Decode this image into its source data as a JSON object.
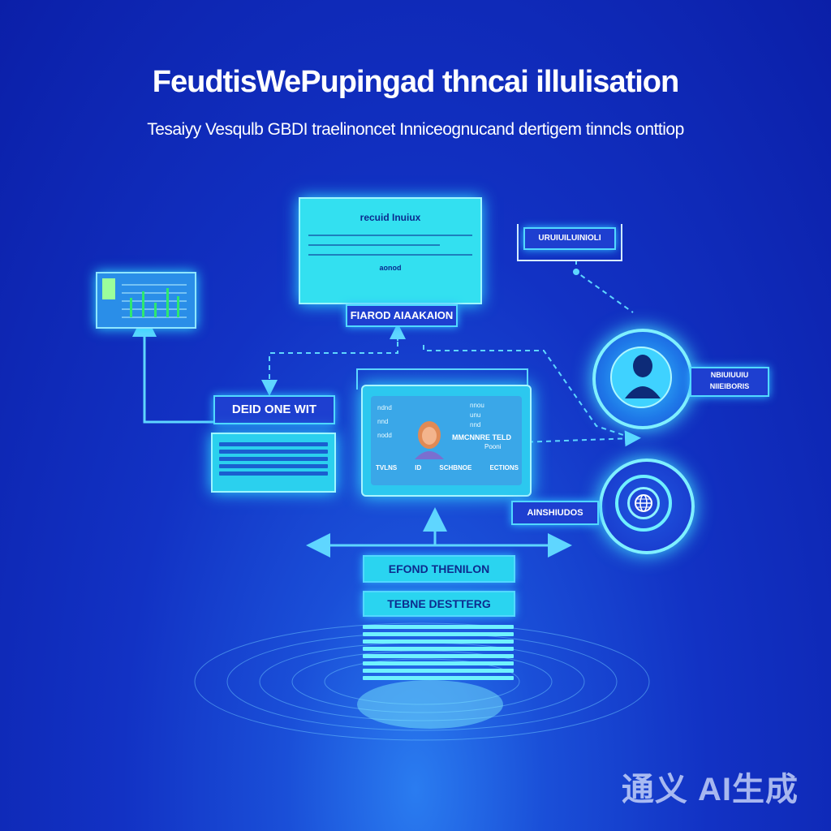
{
  "header": {
    "title": "FeudtisWePupingad thncai illulisation",
    "subtitle": "Tesaiyy Vesqulb GBDI traelinoncet Inniceognucand dertigem tinncls onttiop"
  },
  "nodes": {
    "top_panel": {
      "title": "recuid Inuiux",
      "footer": "aonod"
    },
    "top_label": "FIAROD AIAAKAION",
    "top_right_tag": "URUIUILUINIOLI",
    "left_label": "DEID ONE WIT",
    "center_card": {
      "left_rows": [
        "ndnd",
        "nnd",
        "nodd"
      ],
      "right_rows": [
        "nnou",
        "unu",
        "nnd"
      ],
      "name": "MMCNNRE TELD",
      "sub": "Pooni",
      "footer": [
        "TVLNS",
        "ID",
        "SCHBNOE",
        "ECTIONS"
      ]
    },
    "profile_tag": "NBIUIUUIU NIIEIBORIS",
    "globe_tag": "AINSHIUDOS",
    "bottom_label_1": "EFOND THENILON",
    "bottom_label_2": "TEBNE DESTTERG"
  },
  "watermark": "通义 AI生成",
  "colors": {
    "accent": "#33e0f0",
    "background": "#1232c4",
    "line": "#5fd6ff"
  }
}
